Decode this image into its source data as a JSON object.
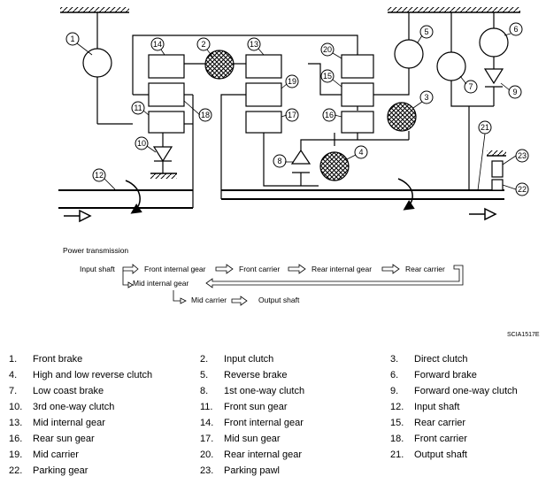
{
  "callouts": [
    "1",
    "2",
    "3",
    "4",
    "5",
    "6",
    "7",
    "8",
    "9",
    "10",
    "11",
    "12",
    "13",
    "14",
    "15",
    "16",
    "17",
    "18",
    "19",
    "20",
    "21",
    "22",
    "23"
  ],
  "flow": {
    "title": "Power transmission",
    "row1": [
      "Input shaft",
      "Front internal gear",
      "Front carrier",
      "Rear internal gear",
      "Rear carrier"
    ],
    "row2": [
      "Mid internal gear"
    ],
    "row3": [
      "Mid carrier",
      "Output shaft"
    ]
  },
  "figure_code": "SCIA1517E",
  "legend": [
    {
      "num": "1.",
      "label": "Front brake"
    },
    {
      "num": "2.",
      "label": "Input clutch"
    },
    {
      "num": "3.",
      "label": "Direct clutch"
    },
    {
      "num": "4.",
      "label": "High and low reverse clutch"
    },
    {
      "num": "5.",
      "label": "Reverse brake"
    },
    {
      "num": "6.",
      "label": "Forward brake"
    },
    {
      "num": "7.",
      "label": "Low coast brake"
    },
    {
      "num": "8.",
      "label": "1st one-way clutch"
    },
    {
      "num": "9.",
      "label": "Forward one-way clutch"
    },
    {
      "num": "10.",
      "label": "3rd one-way clutch"
    },
    {
      "num": "11.",
      "label": "Front sun gear"
    },
    {
      "num": "12.",
      "label": "Input shaft"
    },
    {
      "num": "13.",
      "label": "Mid internal gear"
    },
    {
      "num": "14.",
      "label": "Front internal gear"
    },
    {
      "num": "15.",
      "label": "Rear carrier"
    },
    {
      "num": "16.",
      "label": "Rear sun gear"
    },
    {
      "num": "17.",
      "label": "Mid sun gear"
    },
    {
      "num": "18.",
      "label": "Front carrier"
    },
    {
      "num": "19.",
      "label": "Mid carrier"
    },
    {
      "num": "20.",
      "label": "Rear internal gear"
    },
    {
      "num": "21.",
      "label": "Output shaft"
    },
    {
      "num": "22.",
      "label": "Parking gear"
    },
    {
      "num": "23.",
      "label": "Parking pawl"
    }
  ]
}
